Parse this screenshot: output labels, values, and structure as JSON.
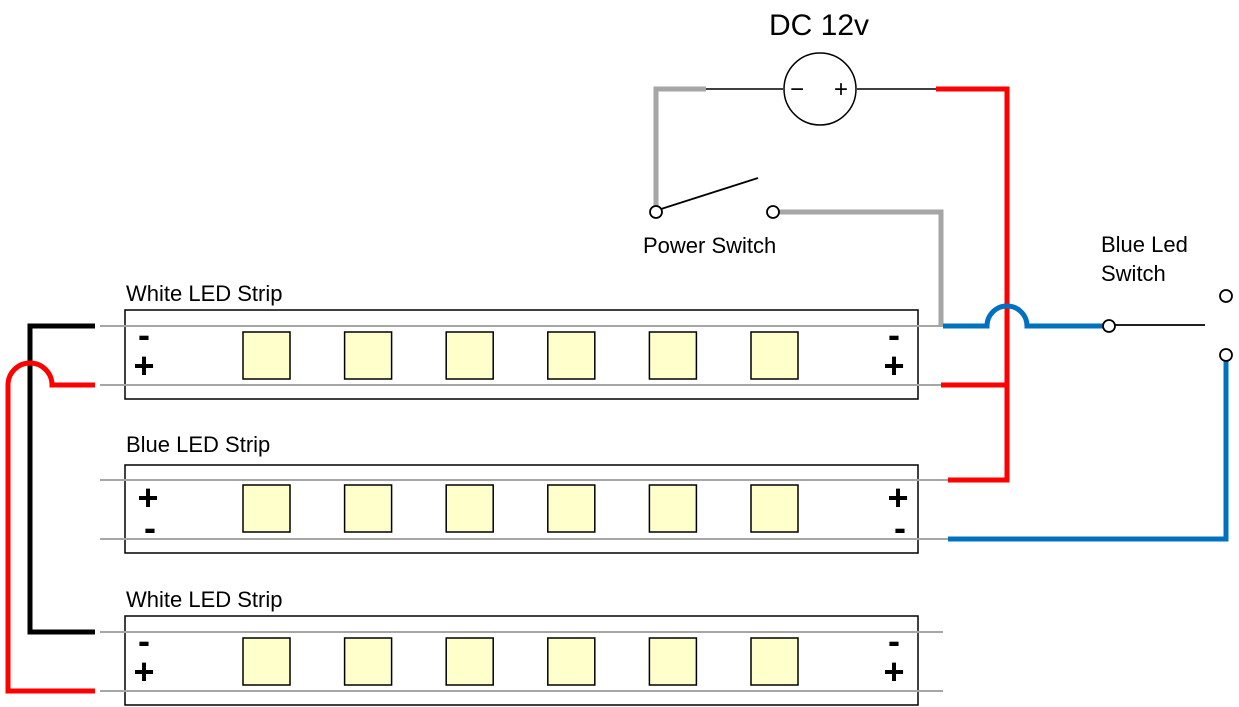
{
  "power_source": {
    "label": "DC 12v",
    "minus_symbol": "−",
    "plus_symbol": "+"
  },
  "power_switch": {
    "label": "Power Switch"
  },
  "blue_led_switch": {
    "label_line1": "Blue Led",
    "label_line2": "Switch"
  },
  "strips": [
    {
      "label": "White LED Strip",
      "left_top": "-",
      "left_bottom": "+",
      "right_top": "-",
      "right_bottom": "+",
      "led_count": 6
    },
    {
      "label": "Blue LED Strip",
      "left_top": "+",
      "left_bottom": "-",
      "right_top": "+",
      "right_bottom": "-",
      "led_count": 6
    },
    {
      "label": "White LED Strip",
      "left_top": "-",
      "left_bottom": "+",
      "right_top": "-",
      "right_bottom": "+",
      "led_count": 6
    }
  ],
  "colors": {
    "positive_wire": "#ff0000",
    "negative_wire": "#000000",
    "blue_wire": "#0070c0",
    "switch_wire": "#a6a6a6",
    "led_fill": "#ffffcc",
    "rail": "#a6a6a6"
  }
}
